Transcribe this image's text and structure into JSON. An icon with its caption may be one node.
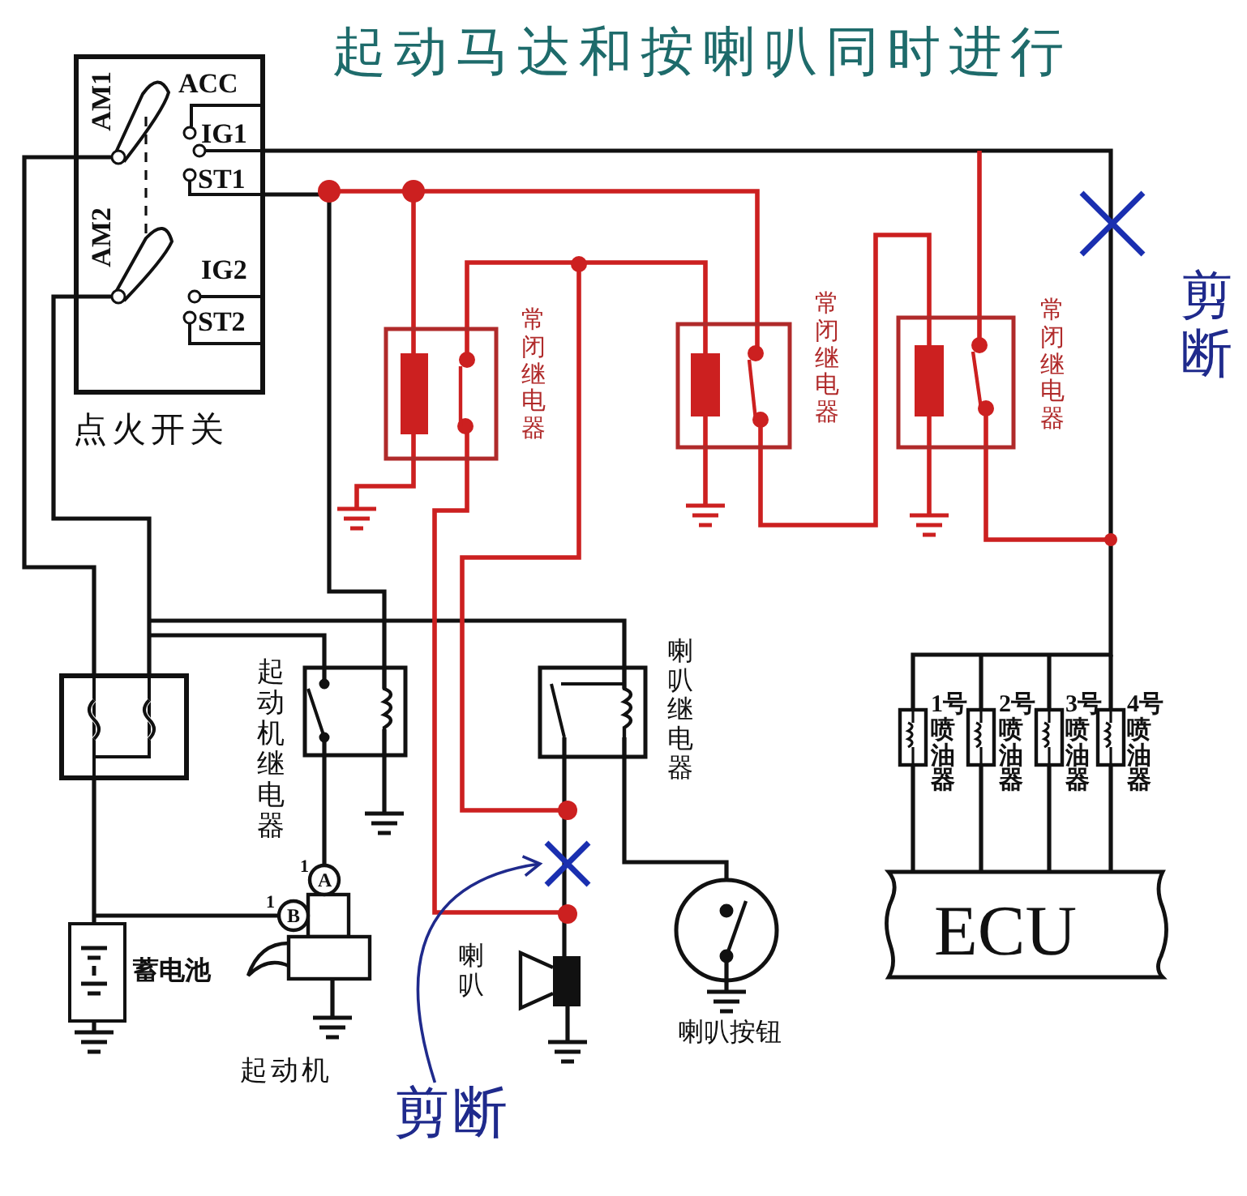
{
  "diagram": {
    "title": "起动马达和按喇叭同时进行",
    "nodes": [
      {
        "text": [
          "AM1",
          "ACC",
          "IG1",
          "ST1",
          "AM2",
          "IG2",
          "ST2",
          "点火开关"
        ]
      },
      {
        "text": [
          "常闭继电器"
        ]
      },
      {
        "text": [
          "常闭继电器"
        ]
      },
      {
        "text": [
          "常闭继电器"
        ]
      },
      {
        "text": [],
        "shape": "box"
      },
      {
        "text": [
          "起动机继电器"
        ]
      },
      {
        "text": [
          "喇叭继电器"
        ]
      },
      {
        "text": [
          "蓄电池"
        ]
      },
      {
        "text": [
          "起动机"
        ]
      },
      {
        "text": [
          "喇叭"
        ]
      },
      {
        "text": [
          "喇叭按钮"
        ]
      },
      {
        "text": [
          "1号喷油器"
        ]
      },
      {
        "text": [
          "2号喷油器"
        ]
      },
      {
        "text": [
          "3号喷油器"
        ]
      },
      {
        "text": [
          "4号喷油器"
        ]
      },
      {
        "text": [
          "ECU"
        ]
      },
      {
        "text": [
          "剪断"
        ]
      },
      {
        "text": [],
        "shape": "cross"
      }
    ],
    "edges": [
      {
        "from": 16,
        "to": 17,
        "arrow": "to"
      }
    ],
    "labels": [
      "剪断",
      "1",
      "A",
      "1",
      "B"
    ]
  }
}
